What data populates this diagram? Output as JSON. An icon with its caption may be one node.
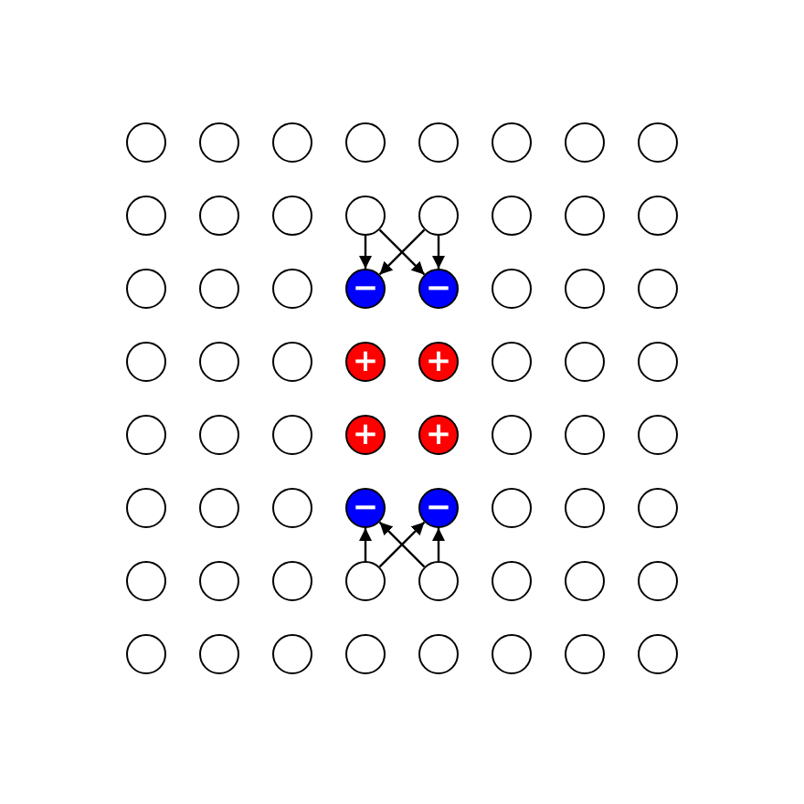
{
  "diagram": {
    "nodes": [
      {
        "text": [],
        "shape": "circle"
      },
      {
        "text": [],
        "shape": "circle"
      },
      {
        "text": [],
        "shape": "circle"
      },
      {
        "text": [],
        "shape": "circle"
      },
      {
        "text": [],
        "shape": "circle"
      },
      {
        "text": [],
        "shape": "circle"
      },
      {
        "text": [],
        "shape": "circle"
      },
      {
        "text": [],
        "shape": "circle"
      },
      {
        "text": [],
        "shape": "circle"
      },
      {
        "text": [],
        "shape": "circle"
      },
      {
        "text": [],
        "shape": "circle"
      },
      {
        "text": [],
        "shape": "circle"
      },
      {
        "text": [],
        "shape": "circle"
      },
      {
        "text": [],
        "shape": "circle"
      },
      {
        "text": [],
        "shape": "circle"
      },
      {
        "text": [],
        "shape": "circle"
      },
      {
        "text": [],
        "shape": "circle"
      },
      {
        "text": [],
        "shape": "circle"
      },
      {
        "text": [],
        "shape": "circle"
      },
      {
        "text": [
          "−"
        ]
      },
      {
        "text": [
          "−"
        ]
      },
      {
        "text": [],
        "shape": "circle"
      },
      {
        "text": [],
        "shape": "circle"
      },
      {
        "text": [],
        "shape": "circle"
      },
      {
        "text": [],
        "shape": "circle"
      },
      {
        "text": [],
        "shape": "circle"
      },
      {
        "text": [],
        "shape": "circle"
      },
      {
        "text": [
          "+"
        ]
      },
      {
        "text": [
          "+"
        ]
      },
      {
        "text": [],
        "shape": "circle"
      },
      {
        "text": [],
        "shape": "circle"
      },
      {
        "text": [],
        "shape": "circle"
      },
      {
        "text": [],
        "shape": "circle"
      },
      {
        "text": [],
        "shape": "circle"
      },
      {
        "text": [],
        "shape": "circle"
      },
      {
        "text": [
          "+"
        ]
      },
      {
        "text": [
          "+"
        ]
      },
      {
        "text": [],
        "shape": "circle"
      },
      {
        "text": [],
        "shape": "circle"
      },
      {
        "text": [],
        "shape": "circle"
      },
      {
        "text": [],
        "shape": "circle"
      },
      {
        "text": [],
        "shape": "circle"
      },
      {
        "text": [],
        "shape": "circle"
      },
      {
        "text": [
          "−"
        ]
      },
      {
        "text": [
          "−"
        ]
      },
      {
        "text": [],
        "shape": "circle"
      },
      {
        "text": [],
        "shape": "circle"
      },
      {
        "text": [],
        "shape": "circle"
      },
      {
        "text": [],
        "shape": "circle"
      },
      {
        "text": [],
        "shape": "circle"
      },
      {
        "text": [],
        "shape": "circle"
      },
      {
        "text": [],
        "shape": "circle"
      },
      {
        "text": [],
        "shape": "circle"
      },
      {
        "text": [],
        "shape": "circle"
      },
      {
        "text": [],
        "shape": "circle"
      },
      {
        "text": [],
        "shape": "circle"
      },
      {
        "text": [],
        "shape": "circle"
      },
      {
        "text": [],
        "shape": "circle"
      },
      {
        "text": [],
        "shape": "circle"
      },
      {
        "text": [],
        "shape": "circle"
      },
      {
        "text": [],
        "shape": "circle"
      },
      {
        "text": [],
        "shape": "circle"
      },
      {
        "text": [],
        "shape": "circle"
      },
      {
        "text": [],
        "shape": "circle"
      }
    ],
    "edges": [
      {
        "from": 11,
        "to": 19,
        "arrow": "to"
      },
      {
        "from": 11,
        "to": 20,
        "arrow": "to"
      },
      {
        "from": 12,
        "to": 19,
        "arrow": "to"
      },
      {
        "from": 12,
        "to": 20,
        "arrow": "to"
      },
      {
        "from": 51,
        "to": 43,
        "arrow": "to"
      },
      {
        "from": 51,
        "to": 44,
        "arrow": "to"
      },
      {
        "from": 52,
        "to": 43,
        "arrow": "to"
      },
      {
        "from": 52,
        "to": 44,
        "arrow": "to"
      }
    ]
  }
}
